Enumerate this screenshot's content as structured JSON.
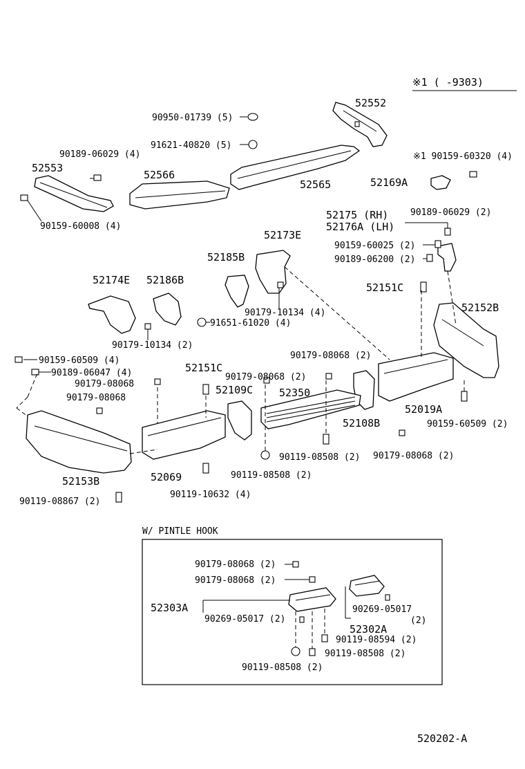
{
  "header": {
    "note": "※1 (      -9303)"
  },
  "labels": {
    "p90950_01739": "90950-01739 (5)",
    "p52552": "52552",
    "p91621_40820": "91621-40820 (5)",
    "p90189_06029_4": "90189-06029 (4)",
    "p52553": "52553",
    "p52566": "52566",
    "p52565": "52565",
    "p90159_60320": "※1 90159-60320 (4)",
    "p52169A": "52169A",
    "p90159_60008": "90159-60008 (4)",
    "p52175": "52175  (RH)",
    "p52176A": "52176A (LH)",
    "p90189_06029_2": "90189-06029 (2)",
    "p52173E": "52173E",
    "p90159_60025": "90159-60025 (2)",
    "p52185B": "52185B",
    "p90189_06200": "90189-06200 (2)",
    "p52174E": "52174E",
    "p52186B": "52186B",
    "p52151C_a": "52151C",
    "p52152B": "52152B",
    "p90179_10134_4": "90179-10134 (4)",
    "p91651_61020": "91651-61020 (4)",
    "p90179_10134_2": "90179-10134 (2)",
    "p90159_60509_4": "90159-60509 (4)",
    "p90179_08068_2a": "90179-08068 (2)",
    "p90189_06047": "90189-06047 (4)",
    "p52151C_b": "52151C",
    "p90179_08068_2b": "90179-08068 (2)",
    "p90179_08068_a": "90179-08068",
    "p52109C": "52109C",
    "p52350": "52350",
    "p90179_08068_b": "90179-08068",
    "p52019A": "52019A",
    "p52108B": "52108B",
    "p90159_60509_2": "90159-60509 (2)",
    "p90119_08508_2a": "90119-08508 (2)",
    "p90179_08068_2c": "90179-08068 (2)",
    "p52069": "52069",
    "p90119_08508_2b": "90119-08508 (2)",
    "p52153B": "52153B",
    "p90119_10632": "90119-10632 (4)",
    "p90119_08867": "90119-08867 (2)"
  },
  "inset": {
    "title": "W/ PINTLE  HOOK",
    "labels": {
      "a": "90179-08068 (2)",
      "b": "90179-08068 (2)",
      "c": "52303A",
      "d": "90269-05017",
      "e": "(2)",
      "f": "90269-05017 (2)",
      "g": "52302A",
      "h": "90119-08594 (2)",
      "i": "90119-08508 (2)",
      "j": "90119-08508 (2)"
    }
  },
  "footer": {
    "code": "520202-A"
  }
}
